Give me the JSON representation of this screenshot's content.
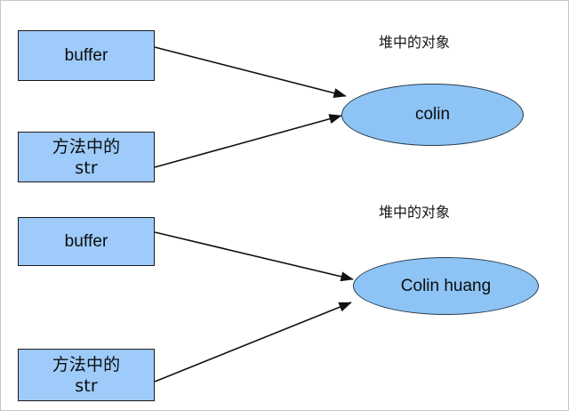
{
  "diagram": {
    "title": "heap-object-reference-diagram",
    "background_color": "#ffffff",
    "box_fill_color": "#9ecbfa",
    "ellipse_fill_color": "#8dc4f5",
    "stroke_color": "#1a1a1a",
    "groups": [
      {
        "id": "group-top",
        "caption": "堆中的对象",
        "boxes": [
          {
            "id": "top-buffer",
            "label": "buffer"
          },
          {
            "id": "top-method-str",
            "label": "方法中的\nstr"
          }
        ],
        "ellipse": {
          "id": "ellipse-colin",
          "label": "colin"
        },
        "arrows": [
          {
            "from": "top-buffer",
            "to": "ellipse-colin"
          },
          {
            "from": "top-method-str",
            "to": "ellipse-colin"
          }
        ]
      },
      {
        "id": "group-bottom",
        "caption": "堆中的对象",
        "boxes": [
          {
            "id": "bottom-buffer",
            "label": "buffer"
          },
          {
            "id": "bottom-method-str",
            "label": "方法中的\nstr"
          }
        ],
        "ellipse": {
          "id": "ellipse-colin-huang",
          "label": "Colin huang"
        },
        "arrows": [
          {
            "from": "bottom-buffer",
            "to": "ellipse-colin-huang"
          },
          {
            "from": "bottom-method-str",
            "to": "ellipse-colin-huang"
          }
        ]
      }
    ]
  }
}
